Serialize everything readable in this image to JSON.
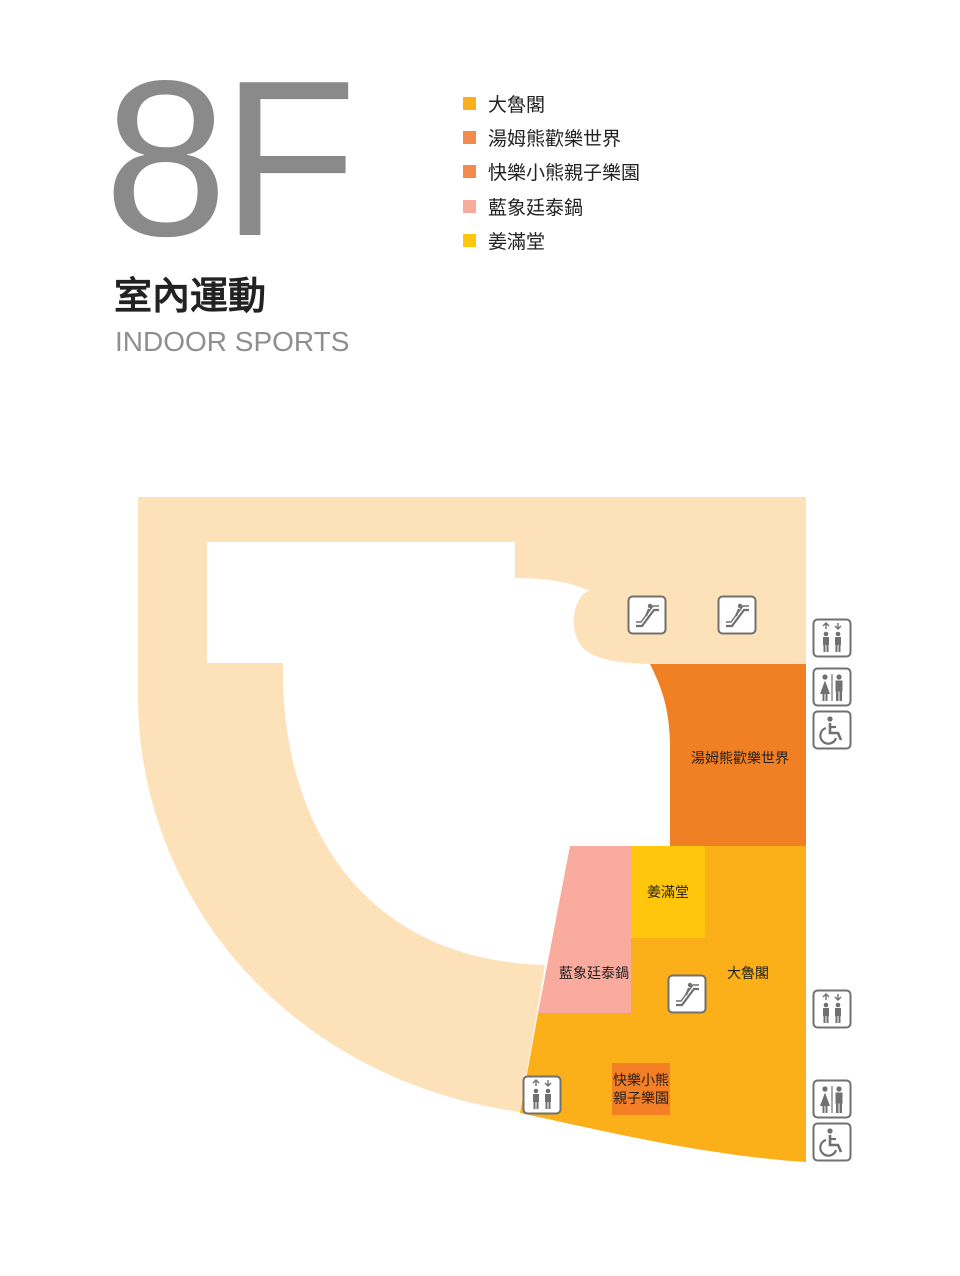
{
  "floor": {
    "number": "8F",
    "category_zh": "室內運動",
    "category_en": "INDOOR SPORTS"
  },
  "legend": [
    {
      "label": "大魯閣",
      "color": "#fbaf18"
    },
    {
      "label": "湯姆熊歡樂世界",
      "color": "#f38a4c"
    },
    {
      "label": "快樂小熊親子樂園",
      "color": "#f38a4c"
    },
    {
      "label": "藍象廷泰鍋",
      "color": "#f9ab9e"
    },
    {
      "label": "姜滿堂",
      "color": "#ffc60b"
    }
  ],
  "colors": {
    "corridor": "#fde1b9",
    "tomsworld": "#f18024",
    "happybear": "#f47f24",
    "lanxiang": "#f9ab9e",
    "jiangmantang": "#ffc60b",
    "dalugo": "#fbaf18",
    "icon": "#707070"
  },
  "shops": {
    "tomsworld": "湯姆熊歡樂世界",
    "jiangmantang": "姜滿堂",
    "lanxiang": "藍象廷泰鍋",
    "dalugo": "大魯閣",
    "happybear_line1": "快樂小熊",
    "happybear_line2": "親子樂園"
  },
  "icons": {
    "escalator": "escalator-icon",
    "elevator": "elevator-icon",
    "restroom": "restroom-icon",
    "accessible": "accessible-restroom-icon"
  }
}
